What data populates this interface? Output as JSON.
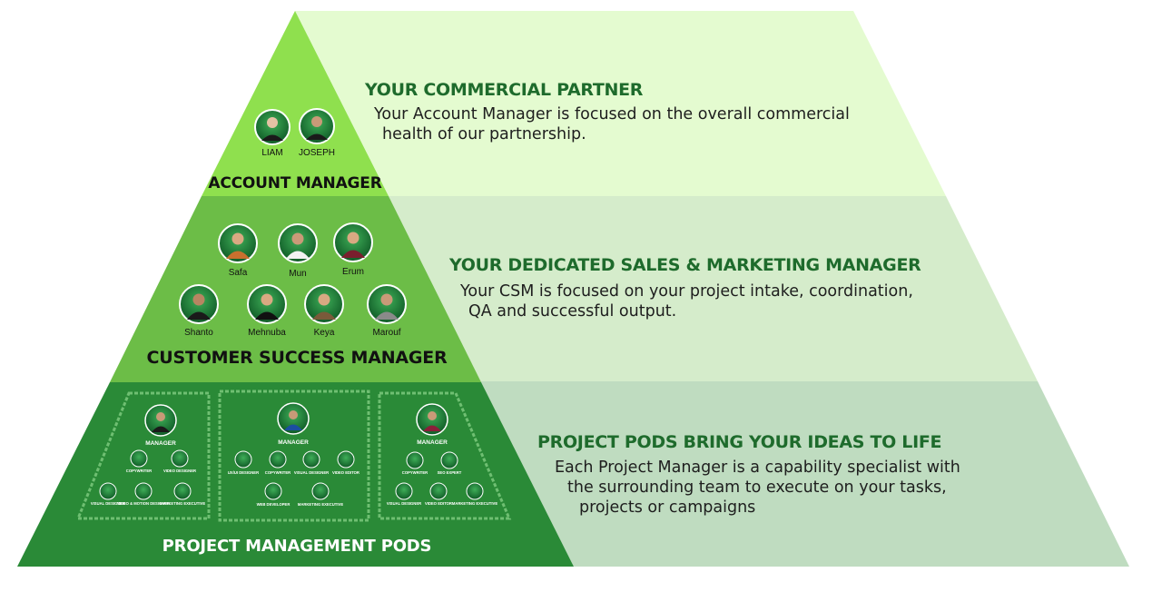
{
  "tiers": [
    {
      "label": "ACCOUNT MANAGER",
      "heading": "YOUR COMMERCIAL PARTNER",
      "description": [
        "Your Account Manager is focused on the overall commercial",
        "health of our partnership."
      ],
      "people": [
        "LIAM",
        "JOSEPH"
      ]
    },
    {
      "label": "CUSTOMER SUCCESS MANAGER",
      "heading": "YOUR DEDICATED SALES & MARKETING MANAGER",
      "description": [
        "Your CSM is focused on your project intake, coordination,",
        "QA and successful output."
      ],
      "people_row1": [
        "Safa",
        "Mun",
        "Erum"
      ],
      "people_row2": [
        "Shanto",
        "Mehnuba",
        "Keya",
        "Marouf"
      ]
    },
    {
      "label": "PROJECT MANAGEMENT PODS",
      "heading": "PROJECT PODS BRING YOUR IDEAS TO LIFE",
      "description": [
        "Each Project Manager is a capability specialist with",
        "the surrounding team to execute on your tasks,",
        "projects or campaigns"
      ],
      "pods": [
        {
          "manager": "MANAGER",
          "roles_row1": [
            "COPYWRITER",
            "VIDEO DESIGNER"
          ],
          "roles_row2": [
            "VISUAL DESIGNER",
            "VIDEO & MOTION DESIGNER",
            "MARKETING EXECUTIVE"
          ]
        },
        {
          "manager": "MANAGER",
          "roles_row1": [
            "UX/UI DESIGNER",
            "COPYWRITER",
            "VISUAL DESIGNER",
            "VIDEO EDITOR"
          ],
          "roles_row2": [
            "WEB DEVELOPER",
            "MARKETING EXECUTIVE"
          ]
        },
        {
          "manager": "MANAGER",
          "roles_row1": [
            "COPYWRITER",
            "SEO EXPERT"
          ],
          "roles_row2": [
            "VISUAL DESIGNER",
            "VIDEO EDITOR",
            "MARKETING EXECUTIVE"
          ]
        }
      ]
    }
  ],
  "colors": {
    "tier1_pyramid": "#8fe04e",
    "tier2_pyramid": "#6cbd47",
    "tier3_pyramid": "#2a8a37",
    "tier1_panel": "#e4fbd0",
    "tier2_panel": "#d5eccb",
    "tier3_panel": "#bfdcc0",
    "heading": "#1e6b2c"
  }
}
